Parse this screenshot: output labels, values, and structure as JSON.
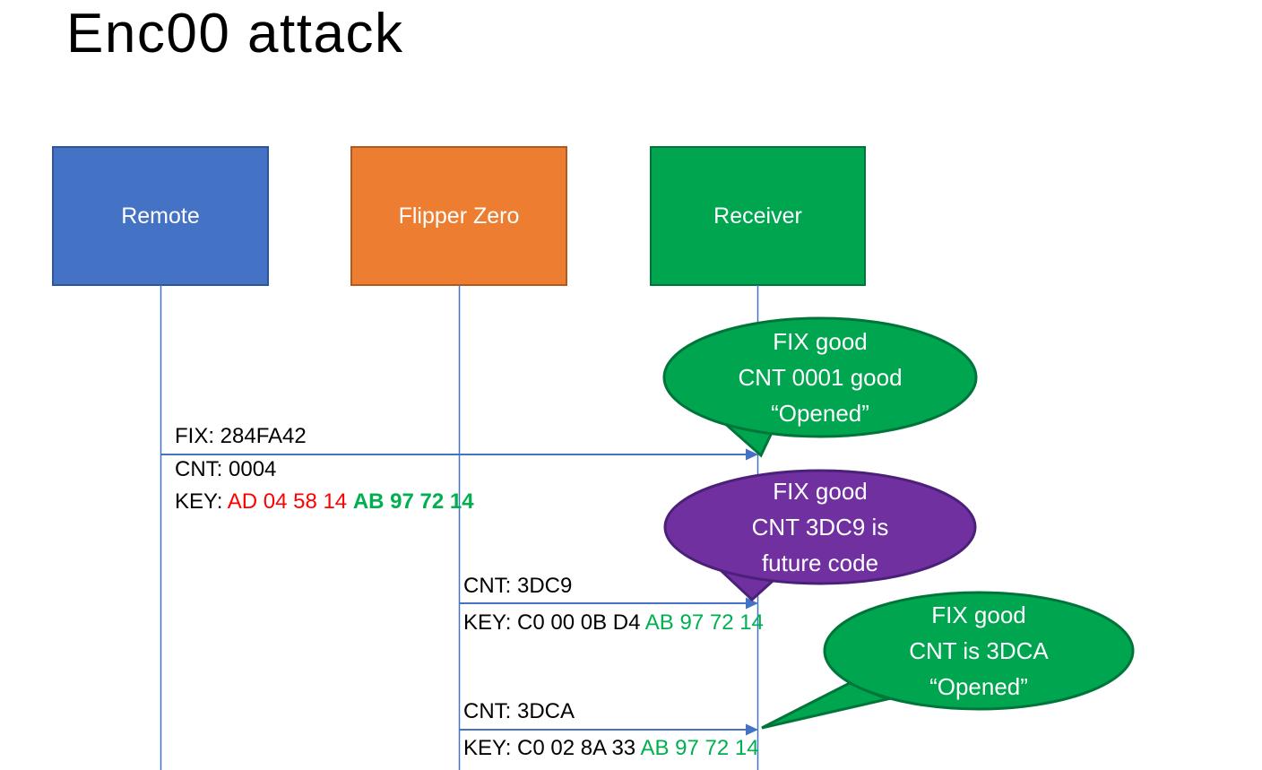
{
  "title": "Enc00 attack",
  "actors": [
    {
      "label": "Remote",
      "fill": "#4472C4",
      "border": "#2F5597"
    },
    {
      "label": "Flipper Zero",
      "fill": "#ED7D31",
      "border": "#AE5A21"
    },
    {
      "label": "Receiver",
      "fill": "#00A550",
      "border": "#00753A"
    }
  ],
  "messages": [
    {
      "fix": "FIX: 284FA42",
      "cnt": "CNT: 0004",
      "key_prefix": "KEY: ",
      "key_red": "AD 04 58 14 ",
      "key_green": "AB 97 72 14"
    },
    {
      "cnt": "CNT: 3DC9",
      "key_prefix": "KEY: C0 00 0B D4 ",
      "key_green": "AB 97 72 14"
    },
    {
      "cnt": "CNT: 3DCA",
      "key_prefix": "KEY: C0 02 8A 33 ",
      "key_green": "AB 97 72 14"
    }
  ],
  "callouts": [
    {
      "lines": [
        "FIX good",
        "CNT 0001 good",
        "“Opened”"
      ],
      "fill": "#00A550",
      "border": "#00753A",
      "text_color": "#FFFFFF"
    },
    {
      "lines": [
        "FIX good",
        "CNT 3DC9 is",
        "future code"
      ],
      "fill": "#7030A0",
      "border": "#4B2079",
      "text_color": "#FFFFFF"
    },
    {
      "lines": [
        "FIX good",
        "CNT is 3DCA",
        "“Opened”"
      ],
      "fill": "#00A550",
      "border": "#00753A",
      "text_color": "#FFFFFF"
    }
  ],
  "colors": {
    "line": "#4472C4",
    "key_red_text": "#FF0000",
    "key_green_text": "#00B050",
    "label_text": "#000000",
    "actor_text": "#FFFFFF",
    "background": "#FFFFFF"
  }
}
